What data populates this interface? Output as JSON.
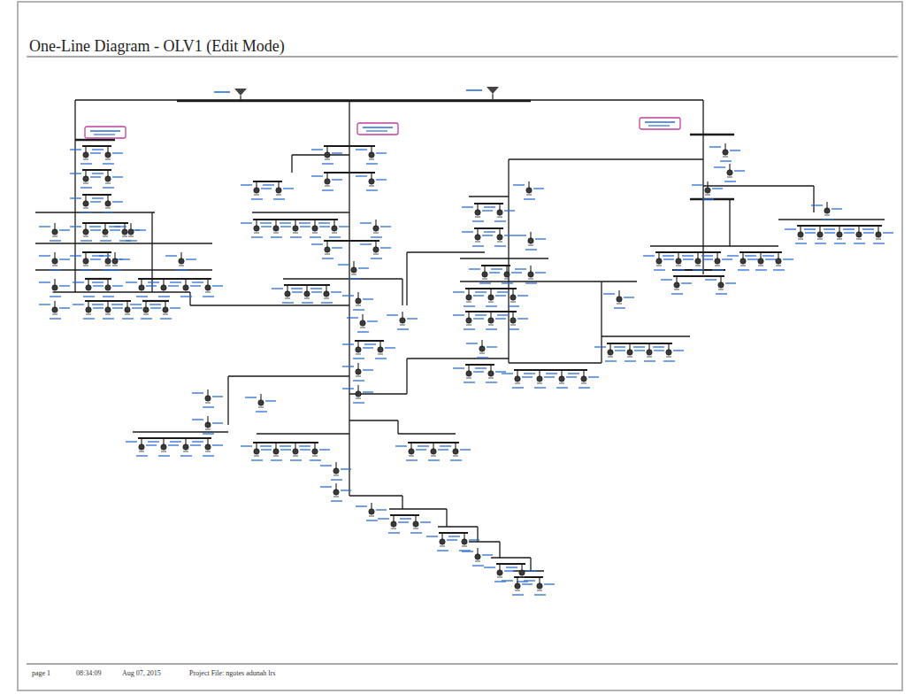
{
  "diagram": {
    "title": "One-Line Diagram - OLV1 (Edit Mode)",
    "labels": [
      "page 1",
      "08:34:09",
      "Aug 07, 2015",
      "Project File: ngotes adunah lrs"
    ]
  }
}
